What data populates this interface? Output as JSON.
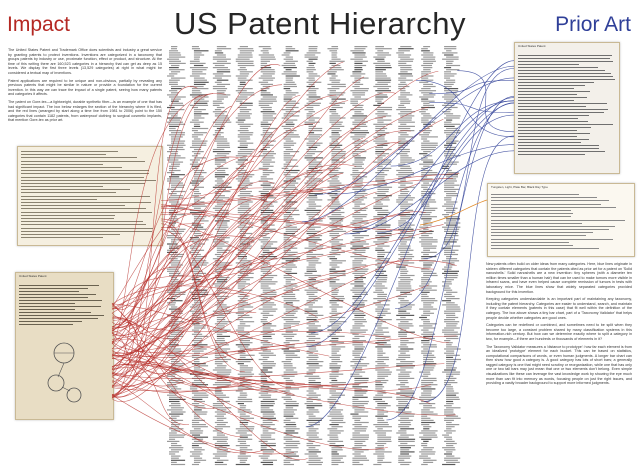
{
  "header": {
    "title": "US Patent Hierarchy",
    "left_label": "Impact",
    "right_label": "Prior Art"
  },
  "colors": {
    "impact": "#b42823",
    "prior_art": "#2f3f98",
    "background": "#ffffff",
    "paper": "#efe6d0"
  },
  "left_text": [
    "The United States Patent and Trademark Office does scientists and industry a great service by granting patents to protect inventions. Inventions are categorized in a taxonomy that groups patents by industry or use, proximate function, effect or product, and structure. At the time of this writing there are 160,523 categories in a hierarchy that can get as deep as 15 levels. We display the first three levels (13,529 categories) at right in what might be considered a textual map of inventions.",
    "Patent applications are required to be unique and non-obvious, partially by revealing any previous patents that might be similar in nature or provide a foundation for the current invention. In this way we can trace the impact of a single patent, seeing how many patents and categories it affects.",
    "The patent on Gore-tex—a lightweight, durable synthetic fiber—is an example of one that has had significant impact. The box below enlarges the section of the hierarchy where it is filed, and the red lines (arranged by start along a time line from 1981 to 2006) point to the 150 categories that contain 1182 patents, from waterproof clothing to surgical cosmetic implants, that mention Gore-tex as prior art."
  ],
  "right_text": [
    "New patents often build on older ideas from many categories. Here, blue lines originate in sixteen different categories that contain the patents cited as prior art for a patent on 'Solid nanoshells.' Solid nanoshells are a new invention: tiny spheres (with a diameter ten million times smaller than a human hair) that can be used to make tumors more visible in infrared scans, and have even helped cause complete remission of tumors in tests with laboratory mice. The blue lines show that widely separated categories provided background for this invention.",
    "Keeping categories understandable is an important part of maintaining any taxonomy, including the patent hierarchy. Categories are easier to understand, search, and maintain if they contain elements (patents in this case) that fit well within the definition of the category. The box above shows a tiny bar chart, part of a 'Taxonomy Validator' that helps people decide whether categories are good ones.",
    "Categories can be redefined or combined, and sometimes need to be split when they become too large, a constant problem shared by many classification systems in this information-rich century. But how can we determine exactly where to split a category in two, for example—if there are hundreds or thousands of elements in it?",
    "The Taxonomy Validator measures a 'distance to prototype': how far each element is from an idealized 'prototype' element for each bucket. This can be based on statistics, computational comparisons of words, or even human judgments. A longer bar chart can then show how good a category is. A good category has lots of short bars; a generally ragged category is one that might need scrutiny or reorganization, while one that has only one or two tall bars may just mean that one or two elements don't belong. Even simple visualizations like these can leverage the vast knowledge work by showing the eye much more than can fit into memory as words, focusing people on just the right issues, and providing a vastly broader background to support more informed judgments."
  ],
  "cards": {
    "left_top": "",
    "left_patent": "United States Patent",
    "right_top": "United States Patent",
    "right_mid": "Tungsten, Light, Plate Bar, Black Ray Type"
  }
}
